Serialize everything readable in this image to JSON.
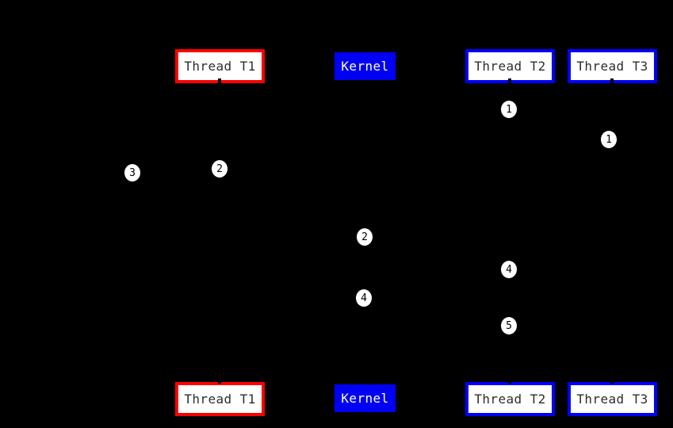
{
  "diagram": {
    "type": "sequence-diagram",
    "background_color": "#000000",
    "nodes": {
      "thread_t1": {
        "label": "Thread T1",
        "border_color": "#ff0000",
        "fill": "#ffffff",
        "text_color": "#2e2e2e"
      },
      "kernel": {
        "label": "Kernel",
        "fill": "#0000f2",
        "text_color": "#ffffff"
      },
      "thread_t2": {
        "label": "Thread T2",
        "border_color": "#0000ff",
        "fill": "#ffffff",
        "text_color": "#2e2e2e"
      },
      "thread_t3": {
        "label": "Thread T3",
        "border_color": "#0000ff",
        "fill": "#ffffff",
        "text_color": "#2e2e2e"
      }
    },
    "markers": [
      {
        "label": "1"
      },
      {
        "label": "1"
      },
      {
        "label": "3"
      },
      {
        "label": "2"
      },
      {
        "label": "2"
      },
      {
        "label": "4"
      },
      {
        "label": "4"
      },
      {
        "label": "5"
      }
    ],
    "marker_style": {
      "fill": "#ffffff",
      "text_color": "#000000"
    }
  }
}
